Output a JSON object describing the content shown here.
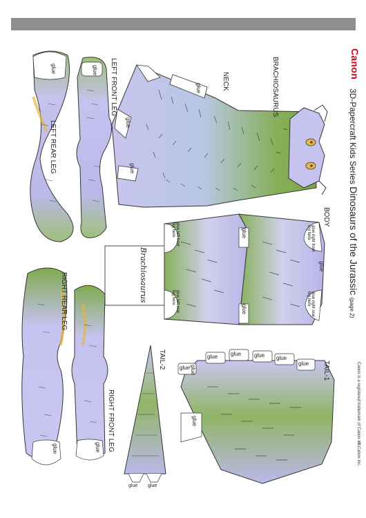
{
  "header": {
    "brand": "Canon",
    "series": "3D-Papercraft  Kids Series",
    "title": "Dinosaurs of the Jurassic",
    "page_note": "(page 2)",
    "trademark": "Canon is a registered trademark of Canon Inc.",
    "copyright": "© Canon Inc."
  },
  "parts": {
    "model_name": "BRACHIOSAURUS",
    "neck": "NECK",
    "body": "BODY",
    "body_signature": "Brachiosaurus",
    "tail1": "TAIL-1",
    "tail2": "TAIL-2",
    "left_front_leg": "LEFT FRONT LEG",
    "left_rear_leg": "LEFT REAR LEG",
    "right_rear_leg": "RIGHT REAR LEG",
    "right_front_leg": "RIGHT FRONT LEG"
  },
  "glue_tabs": {
    "glue": "glue",
    "body_notes": [
      "glue left front leg here",
      "glue right front leg here",
      "glue left rear leg here",
      "glue right rear leg here"
    ]
  },
  "colors": {
    "brand_red": "#d4001a",
    "dino_green": "#6f9e3f",
    "dino_lavender": "#b9b4e6",
    "accent_yellow": "#e3b640",
    "bar_gray": "#8f8f8f"
  }
}
